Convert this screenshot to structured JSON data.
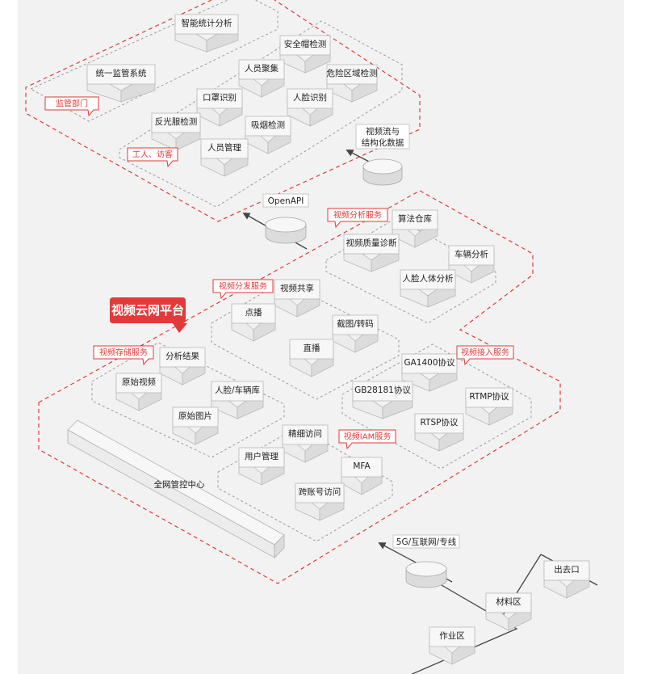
{
  "platform_title": "视频云网平台",
  "colors": {
    "accent_red": "#e23a3a",
    "dashed_gray": "#9a9a9a",
    "box_top": "#f7f7f7",
    "box_side": "#dcdcdc",
    "box_front": "#ececec",
    "background_panel": "#f2f2f2"
  },
  "tags": {
    "jianguan": "监管部门",
    "gongren": "工人、访客",
    "fenxi": "视频分析服务",
    "fenfa": "视频分发服务",
    "cunchu": "视频存储服务",
    "jieru": "视频接入服务",
    "iam": "视频IAM服务"
  },
  "nodes": {
    "zhineng": "智能统计分析",
    "tongyi": "统一监管系统",
    "anquanmao": "安全帽检测",
    "renyuanjuji": "人员聚集",
    "weixian": "危险区域检测",
    "kouzhao": "口罩识别",
    "renlian": "人脸识别",
    "fanguangfu": "反光服检测",
    "xiyan": "吸烟检测",
    "renyuanguanli": "人员管理",
    "shipinliu_1": "视频流与",
    "shipinliu_2": "结构化数据",
    "openapi": "OpenAPI",
    "suanfa": "算法仓库",
    "zhiliang": "视频质量诊断",
    "cheliang": "车辆分析",
    "renlianrenti": "人脸人体分析",
    "shipingongxiang": "视频共享",
    "dianbo": "点播",
    "jietu": "截图/转码",
    "zhibo": "直播",
    "fenxijieguo": "分析结果",
    "yuanshishipin": "原始视频",
    "renlianku": "人脸/车辆库",
    "yuanshitupian": "原始图片",
    "ga1400": "GA1400协议",
    "gb28181": "GB28181协议",
    "rtmp": "RTMP协议",
    "rtsp": "RTSP协议",
    "jingxi": "精细访问",
    "yonghu": "用户管理",
    "mfa": "MFA",
    "kuazhanghao": "跨账号访问",
    "quanwang": "全网管控中心",
    "network": "5G/互联网/专线",
    "chuqukou": "出去口",
    "cailiaoqu": "材料区",
    "zuoyequ": "作业区"
  }
}
